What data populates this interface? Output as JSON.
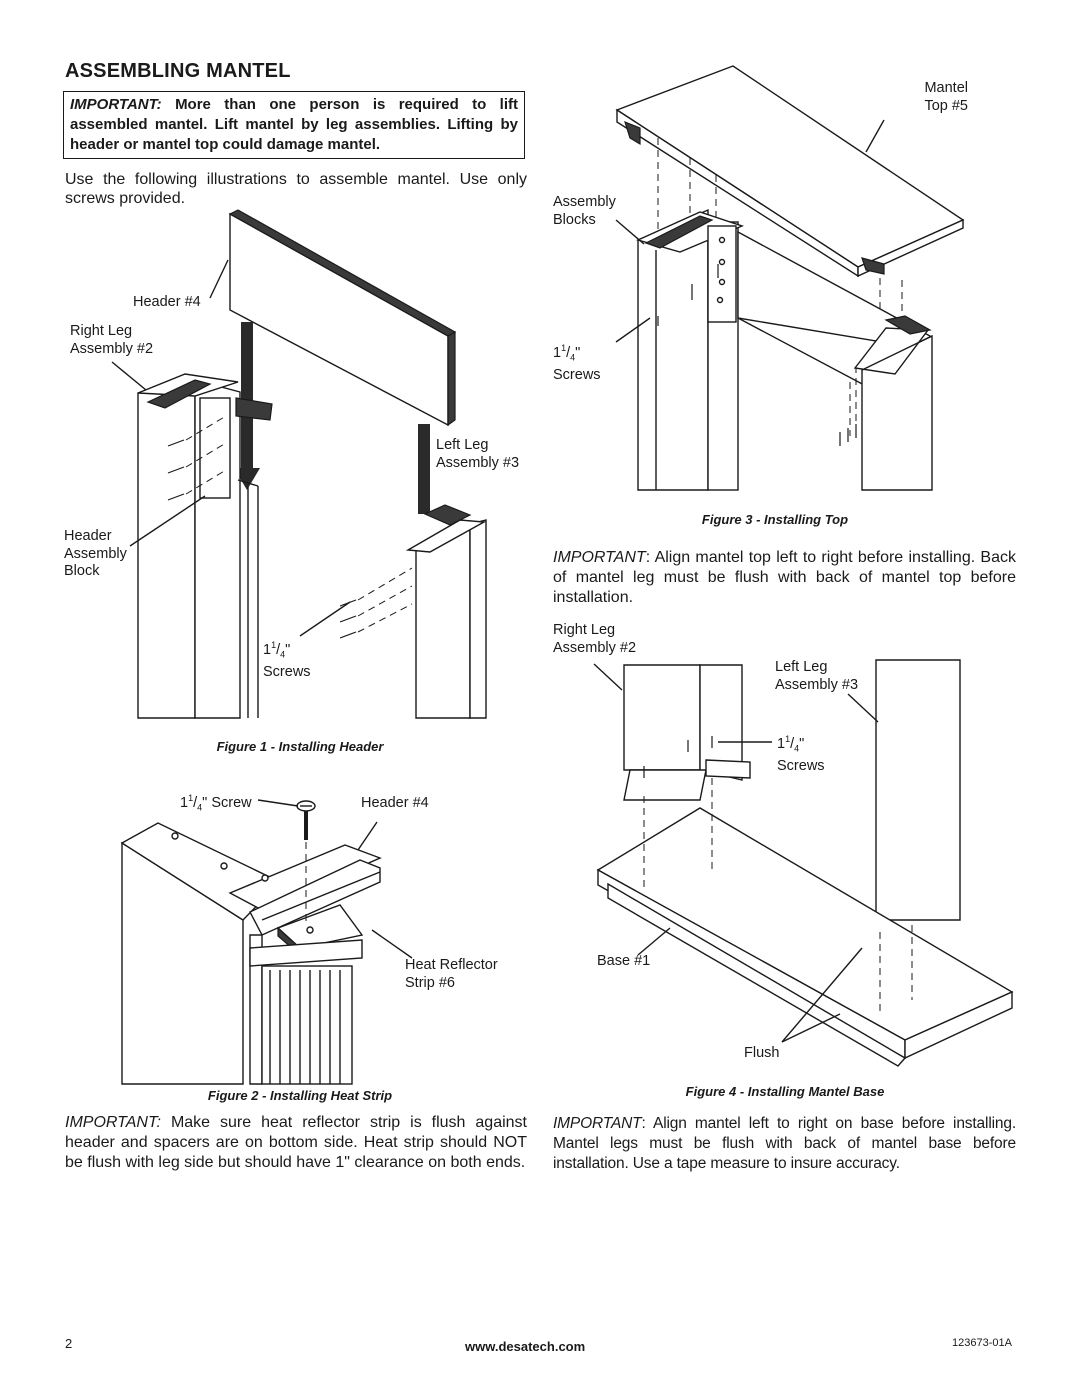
{
  "page": {
    "title": "ASSEMBLING MANTEL",
    "warning": {
      "lead": "IMPORTANT:",
      "text": "More than one person is required to lift assembled mantel. Lift mantel by leg assemblies. Lifting by header or mantel top could damage mantel."
    },
    "intro": "Use the following illustrations to assemble mantel. Use only screws provided."
  },
  "figure1": {
    "caption": "Figure 1 - Installing Header",
    "labels": {
      "header": "Header #4",
      "right_leg_1": "Right Leg",
      "right_leg_2": "Assembly #2",
      "left_leg_1": "Left Leg",
      "left_leg_2": "Assembly #3",
      "block_1": "Header",
      "block_2": "Assembly",
      "block_3": "Block",
      "screws_whole": "1",
      "screws_num": "1",
      "screws_den": "4",
      "screws_unit": "\"",
      "screws_word": "Screws"
    }
  },
  "figure2": {
    "caption": "Figure 2 - Installing Heat Strip",
    "labels": {
      "screw_whole": "1",
      "screw_num": "1",
      "screw_den": "4",
      "screw_word": "\" Screw",
      "header": "Header #4",
      "strip_1": "Heat Reflector",
      "strip_2": "Strip #6"
    },
    "note_lead": "IMPORTANT:",
    "note": "Make sure heat reflector strip is flush against header and spacers are on bottom side. Heat strip should NOT be flush with leg side but should have 1\" clearance on both ends."
  },
  "figure3": {
    "caption": "Figure 3 - Installing Top",
    "labels": {
      "top_1": "Mantel",
      "top_2": "Top #5",
      "blocks_1": "Assembly",
      "blocks_2": "Blocks",
      "screws_whole": "1",
      "screws_num": "1",
      "screws_den": "4",
      "screws_unit": "\"",
      "screws_word": "Screws"
    },
    "note_lead": "IMPORTANT",
    "note": ": Align mantel top left to right before installing. Back of mantel leg must be flush with back of mantel top before installation."
  },
  "figure4": {
    "caption": "Figure 4 - Installing Mantel Base",
    "labels": {
      "right_leg_1": "Right Leg",
      "right_leg_2": "Assembly #2",
      "left_leg_1": "Left Leg",
      "left_leg_2": "Assembly #3",
      "screws_whole": "1",
      "screws_num": "1",
      "screws_den": "4",
      "screws_unit": "\"",
      "screws_word": "Screws",
      "base": "Base #1",
      "flush": "Flush"
    },
    "note_lead": "IMPORTANT",
    "note": ": Align mantel left to right on base before installing. Mantel legs must be flush with back of mantel base before installation. Use a tape measure to insure accuracy."
  },
  "footer": {
    "page_number": "2",
    "website": "www.desatech.com",
    "doc_code": "123673-01A"
  }
}
